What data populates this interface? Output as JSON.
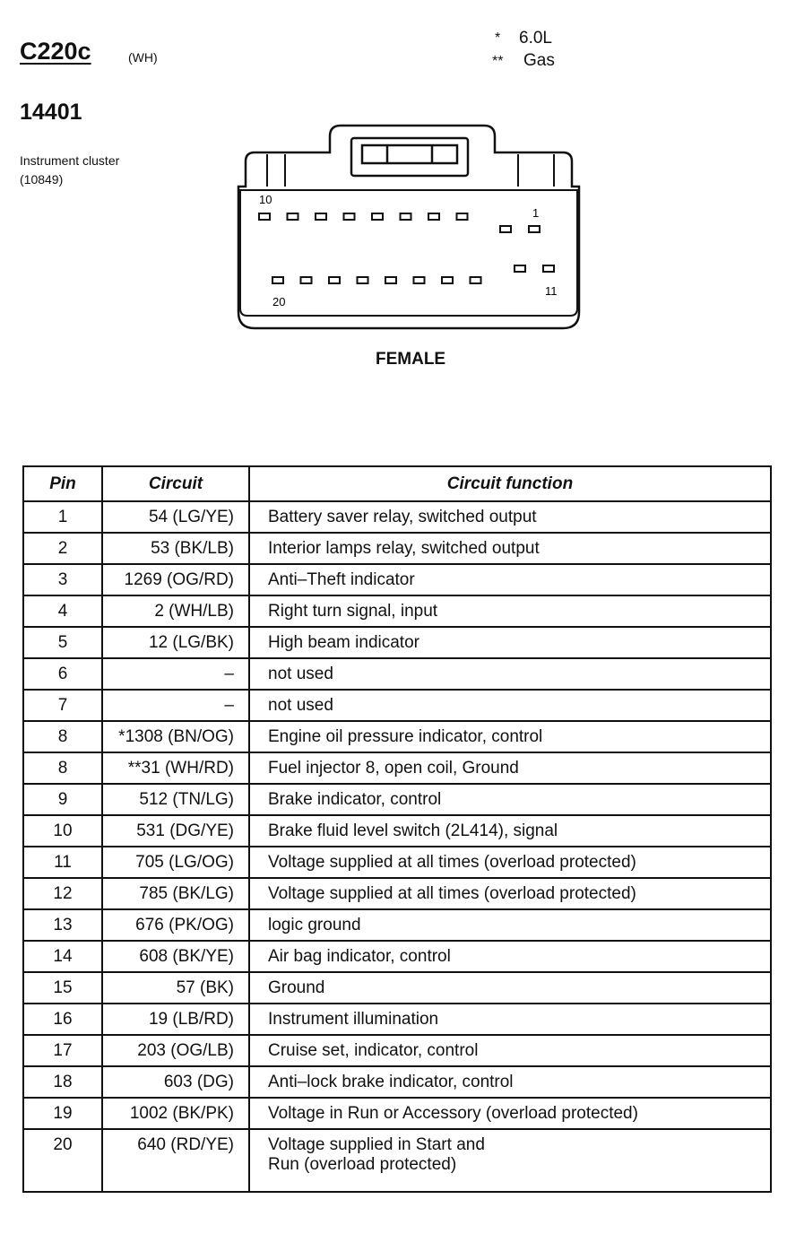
{
  "header": {
    "connector_id": "C220c",
    "wire_color": "(WH)",
    "part_number": "14401",
    "component_name": "Instrument cluster",
    "component_code": "(10849)"
  },
  "notes": [
    {
      "marker": "*",
      "text": "6.0L"
    },
    {
      "marker": "**",
      "text": "Gas"
    }
  ],
  "diagram": {
    "view_label": "FEMALE",
    "pin_labels": {
      "p10": "10",
      "p1": "1",
      "p20": "20",
      "p11": "11"
    }
  },
  "table": {
    "headers": {
      "pin": "Pin",
      "circuit": "Circuit",
      "function": "Circuit function"
    },
    "rows": [
      {
        "pin": "1",
        "circuit": "54 (LG/YE)",
        "function": "Battery saver relay, switched output"
      },
      {
        "pin": "2",
        "circuit": "53 (BK/LB)",
        "function": "Interior lamps relay, switched output"
      },
      {
        "pin": "3",
        "circuit": "1269 (OG/RD)",
        "function": "Anti–Theft indicator"
      },
      {
        "pin": "4",
        "circuit": "2 (WH/LB)",
        "function": "Right turn signal, input"
      },
      {
        "pin": "5",
        "circuit": "12 (LG/BK)",
        "function": "High beam indicator"
      },
      {
        "pin": "6",
        "circuit": "–",
        "function": "not used"
      },
      {
        "pin": "7",
        "circuit": "–",
        "function": "not used"
      },
      {
        "pin": "8",
        "circuit": "*1308 (BN/OG)",
        "function": "Engine oil pressure indicator, control"
      },
      {
        "pin": "8",
        "circuit": "**31 (WH/RD)",
        "function": "Fuel injector 8, open coil, Ground"
      },
      {
        "pin": "9",
        "circuit": "512 (TN/LG)",
        "function": "Brake indicator, control"
      },
      {
        "pin": "10",
        "circuit": "531 (DG/YE)",
        "function": "Brake fluid level switch (2L414), signal"
      },
      {
        "pin": "11",
        "circuit": "705 (LG/OG)",
        "function": "Voltage supplied at all times (overload protected)"
      },
      {
        "pin": "12",
        "circuit": "785 (BK/LG)",
        "function": "Voltage supplied at all times (overload protected)"
      },
      {
        "pin": "13",
        "circuit": "676 (PK/OG)",
        "function": "logic ground"
      },
      {
        "pin": "14",
        "circuit": "608 (BK/YE)",
        "function": "Air bag indicator, control"
      },
      {
        "pin": "15",
        "circuit": "57 (BK)",
        "function": "Ground"
      },
      {
        "pin": "16",
        "circuit": "19 (LB/RD)",
        "function": "Instrument illumination"
      },
      {
        "pin": "17",
        "circuit": "203 (OG/LB)",
        "function": "Cruise set, indicator, control"
      },
      {
        "pin": "18",
        "circuit": "603 (DG)",
        "function": "Anti–lock brake indicator, control"
      },
      {
        "pin": "19",
        "circuit": "1002 (BK/PK)",
        "function": "Voltage in Run or Accessory (overload protected)"
      },
      {
        "pin": "20",
        "circuit": "640 (RD/YE)",
        "function": "Voltage supplied in Start and\nRun (overload protected)"
      }
    ]
  }
}
